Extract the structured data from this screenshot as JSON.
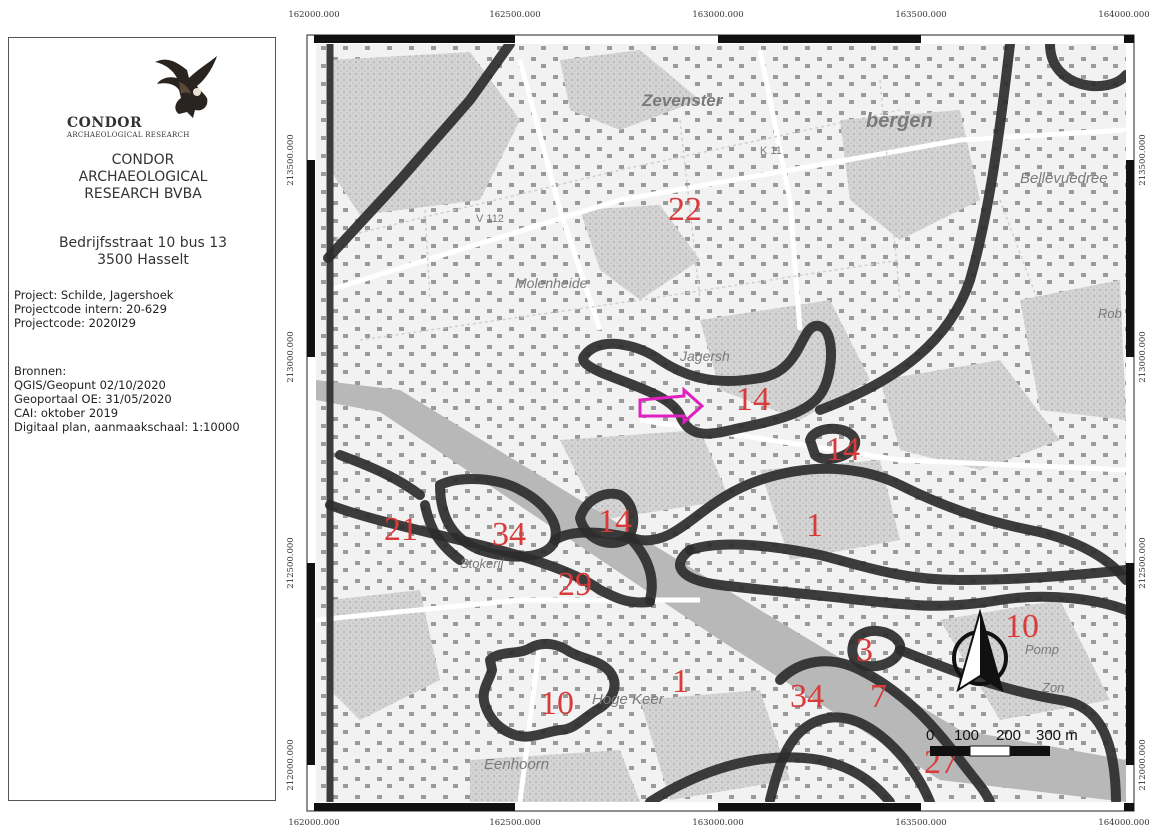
{
  "company": {
    "logo_name": "CONDOR",
    "logo_sub": "ARCHAEOLOGICAL RESEARCH",
    "name_line1": "CONDOR",
    "name_line2": "ARCHAEOLOGICAL",
    "name_line3": "RESEARCH BVBA",
    "address_line1": "Bedrijfsstraat 10 bus 13",
    "address_line2": "3500 Hasselt"
  },
  "project": {
    "line1": "Project: Schilde, Jagershoek",
    "line2": "Projectcode intern: 20-629",
    "line3": "Projectcode: 2020I29"
  },
  "sources": {
    "heading": "Bronnen:",
    "line1": "QGIS/Geopunt 02/10/2020",
    "line2": "Geoportaal OE: 31/05/2020",
    "line3": "CAI: oktober 2019",
    "line4": "Digitaal plan, aanmaakschaal: 1:10000"
  },
  "grid": {
    "x_labels": [
      "162000.000",
      "162500.000",
      "163000.000",
      "163500.000",
      "164000.000"
    ],
    "y_labels": [
      "213500.000",
      "213000.000",
      "212500.000",
      "212000.000"
    ]
  },
  "places": {
    "zevenster": "Zevenster",
    "bergen": "bergen",
    "bellevuedreef": "Bellevuedree",
    "molenheide": "Molenheide",
    "jagershoek": "Jagersh",
    "stokerij": "Stokerij",
    "hoge_keer": "Hoge Keer",
    "eenhoorn": "Eenhoorn",
    "pomp": "Pomp",
    "zone": "Zon",
    "rob": "Rob",
    "k11": "K 11",
    "v112": "V 112"
  },
  "zones": {
    "z22": "22",
    "z14a": "14",
    "z14b": "14",
    "z14c": "14",
    "z1a": "1",
    "z1b": "1",
    "z21": "21",
    "z34a": "34",
    "z34b": "34",
    "z29": "29",
    "z10a": "10",
    "z10b": "10",
    "z3": "3",
    "z7": "7",
    "z27": "27"
  },
  "scalebar": {
    "label0": "0",
    "label1": "100",
    "label2": "200",
    "label3": "300 m"
  },
  "colors": {
    "zone_label": "#d93a3a",
    "project_outline": "#e020c0",
    "zone_line": "#2c2c2c"
  }
}
